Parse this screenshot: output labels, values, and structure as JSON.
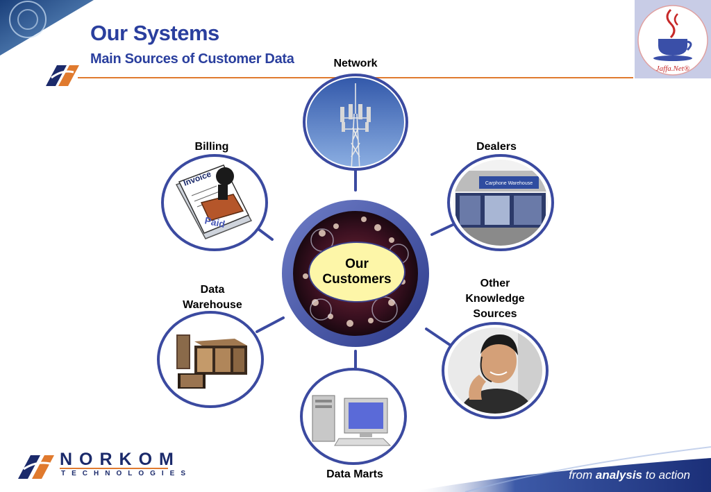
{
  "header": {
    "title": "Our Systems",
    "subtitle": "Main Sources of Customer Data"
  },
  "center": {
    "line1": "Our",
    "line2": "Customers"
  },
  "nodes": {
    "network": {
      "label": "Network"
    },
    "billing": {
      "label": "Billing",
      "invoice_text": "Invoice",
      "paid_text": "Paid"
    },
    "dealers": {
      "label": "Dealers",
      "store_sign": "Carphone Warehouse"
    },
    "data_warehouse": {
      "line1": "Data",
      "line2": "Warehouse"
    },
    "other_sources": {
      "line1": "Other",
      "line2": "Knowledge",
      "line3": "Sources"
    },
    "data_marts": {
      "label": "Data Marts"
    }
  },
  "branding": {
    "company_name": "NORKOM",
    "company_sub": "TECHNOLOGIES",
    "tagline_pre": "from ",
    "tagline_bold": "analysis",
    "tagline_post": " to action",
    "jaffa": "Jaffa.Net®"
  },
  "colors": {
    "title_blue": "#2a3f9e",
    "ring_blue": "#3b4aa0",
    "divider_orange": "#e07a2e",
    "center_fill": "#fdf6a8"
  }
}
